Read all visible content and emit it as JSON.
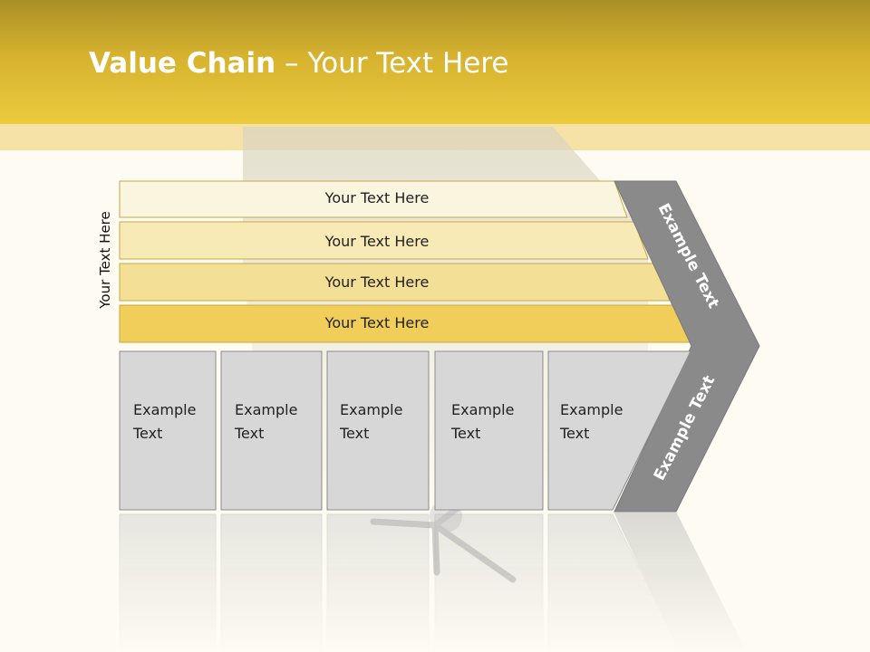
{
  "slide": {
    "title_bold": "Value Chain",
    "title_rest": " – Your Text Here",
    "side_label": "Your Text Here"
  },
  "support_activities": [
    {
      "label": "Your Text Here"
    },
    {
      "label": "Your Text Here"
    },
    {
      "label": "Your Text Here"
    },
    {
      "label": "Your Text Here"
    }
  ],
  "primary_activities": [
    {
      "line1": "Example",
      "line2": "Text"
    },
    {
      "line1": "Example",
      "line2": "Text"
    },
    {
      "line1": "Example",
      "line2": "Text"
    },
    {
      "line1": "Example",
      "line2": "Text"
    },
    {
      "line1": "Example",
      "line2": "Text"
    }
  ],
  "margin": {
    "upper": "Example Text",
    "lower": "Example Text"
  },
  "colors": {
    "header_top": "#a88f28",
    "header_bottom": "#eccb3f",
    "band": "#f6e1a7",
    "support_fills": [
      "#faf5df",
      "#f8eab6",
      "#f4df97",
      "#f0ce59"
    ],
    "support_stroke": "#c8a83c",
    "primary_fill": "#d7d7d7",
    "primary_stroke": "#8c8c8c",
    "margin_fill": "#8a8a8a"
  }
}
